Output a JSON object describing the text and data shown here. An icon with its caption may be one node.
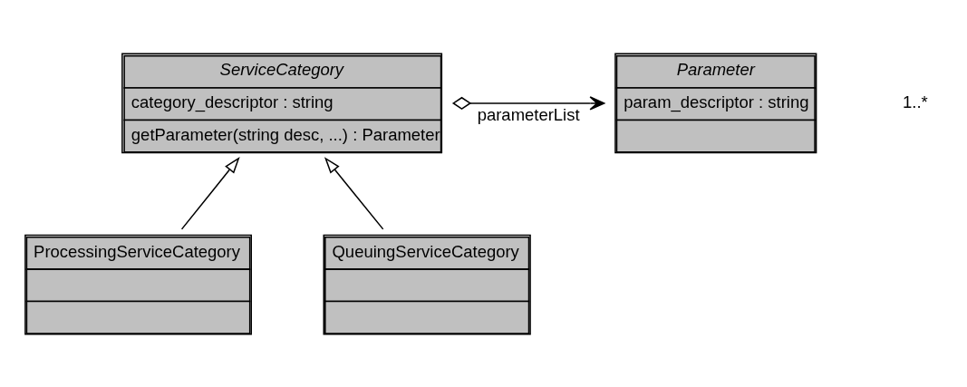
{
  "diagram": {
    "nodes": [
      {
        "text": [
          "ServiceCategory",
          "category_descriptor : string",
          "getParameter(string desc, ...) : Parameter"
        ]
      },
      {
        "text": [
          "Parameter",
          "param_descriptor : string"
        ]
      },
      {
        "text": [
          "ProcessingServiceCategory"
        ]
      },
      {
        "text": [
          "QueuingServiceCategory"
        ]
      }
    ],
    "edges": [
      {
        "from": 0,
        "to": 1,
        "arrow": "to",
        "label": "parameterList"
      },
      {
        "from": 2,
        "to": 0,
        "arrow": "to"
      },
      {
        "from": 3,
        "to": 0,
        "arrow": "to"
      }
    ],
    "labels": [
      "1..*"
    ]
  }
}
